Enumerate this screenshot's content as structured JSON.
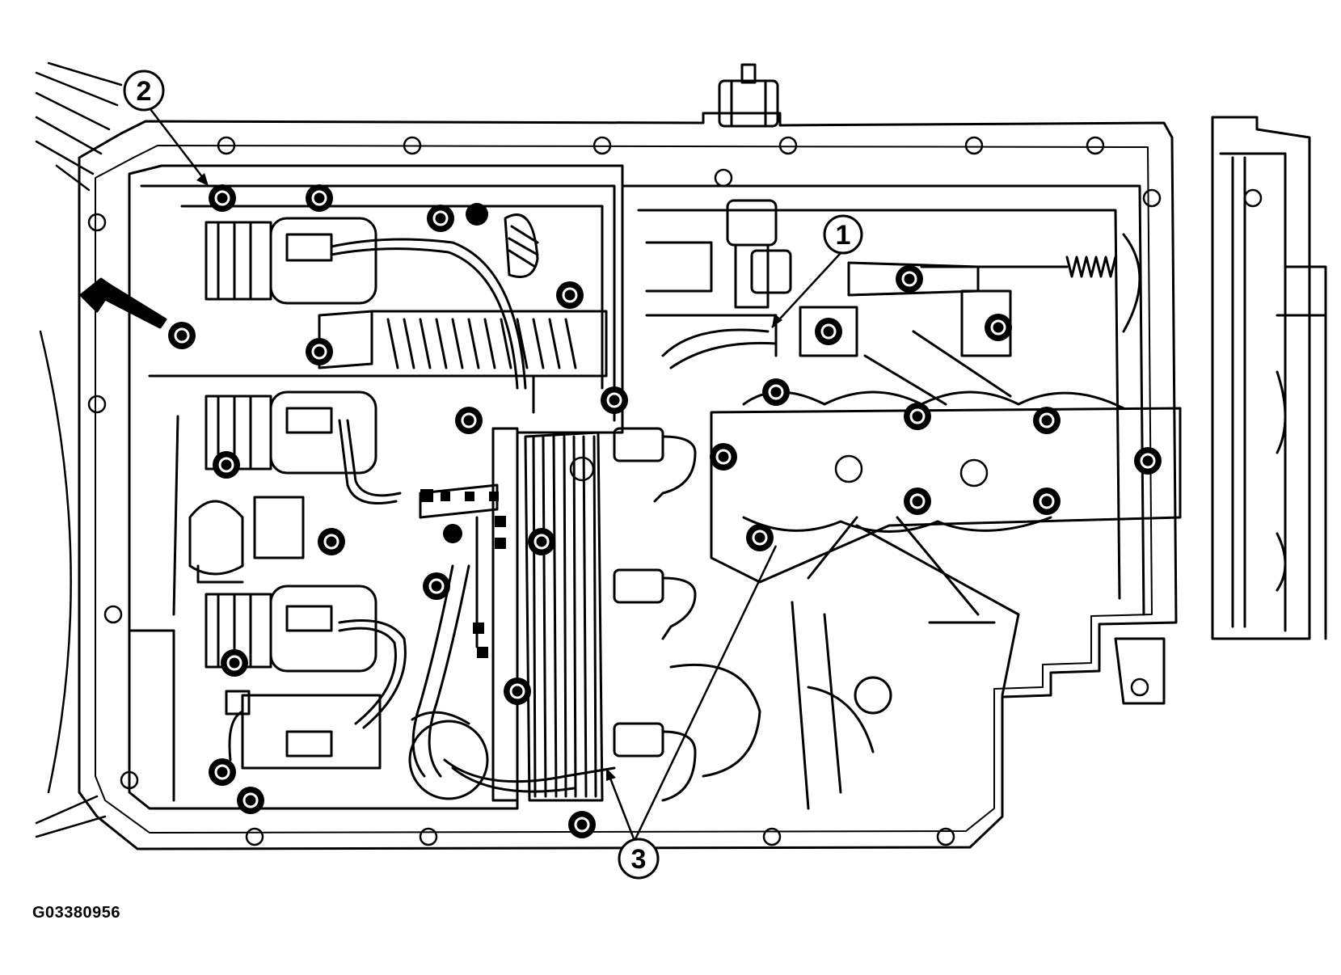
{
  "figure": {
    "code": "G03380956"
  },
  "callouts": [
    {
      "id": "1",
      "label": "1"
    },
    {
      "id": "2",
      "label": "2"
    },
    {
      "id": "3",
      "label": "3"
    }
  ]
}
